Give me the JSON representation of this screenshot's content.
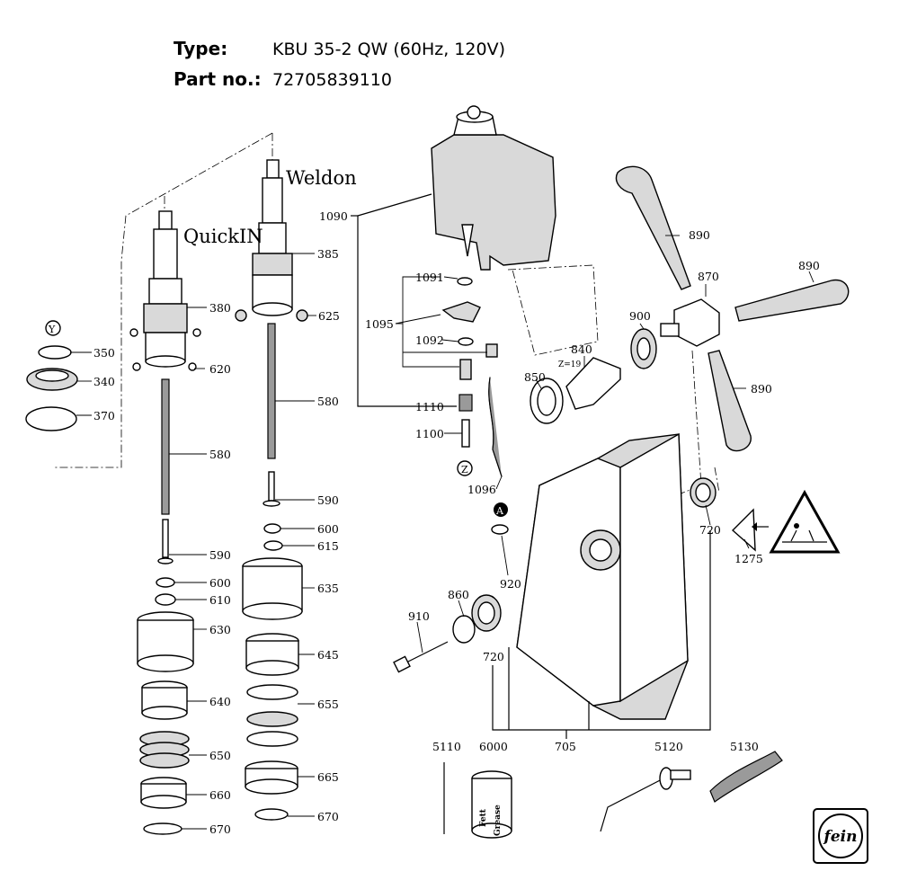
{
  "header": {
    "type_label": "Type:",
    "type_value": "KBU 35-2 QW (60Hz, 120V)",
    "part_label": "Part no.:",
    "part_value": "72705839110"
  },
  "spindle_labels": {
    "quickin": "QuickIN",
    "weldon": "Weldon"
  },
  "callouts": [
    {
      "id": "c350",
      "text": "350"
    },
    {
      "id": "c340",
      "text": "340"
    },
    {
      "id": "c370",
      "text": "370"
    },
    {
      "id": "c380",
      "text": "380"
    },
    {
      "id": "c620",
      "text": "620"
    },
    {
      "id": "c580a",
      "text": "580"
    },
    {
      "id": "c590a",
      "text": "590"
    },
    {
      "id": "c600a",
      "text": "600"
    },
    {
      "id": "c610",
      "text": "610"
    },
    {
      "id": "c630",
      "text": "630"
    },
    {
      "id": "c640",
      "text": "640"
    },
    {
      "id": "c650",
      "text": "650"
    },
    {
      "id": "c660",
      "text": "660"
    },
    {
      "id": "c670a",
      "text": "670"
    },
    {
      "id": "c385",
      "text": "385"
    },
    {
      "id": "c625",
      "text": "625"
    },
    {
      "id": "c580b",
      "text": "580"
    },
    {
      "id": "c590b",
      "text": "590"
    },
    {
      "id": "c600b",
      "text": "600"
    },
    {
      "id": "c615",
      "text": "615"
    },
    {
      "id": "c635",
      "text": "635"
    },
    {
      "id": "c645",
      "text": "645"
    },
    {
      "id": "c655",
      "text": "655"
    },
    {
      "id": "c665",
      "text": "665"
    },
    {
      "id": "c670b",
      "text": "670"
    },
    {
      "id": "c1090",
      "text": "1090"
    },
    {
      "id": "c1091",
      "text": "1091"
    },
    {
      "id": "c1095",
      "text": "1095"
    },
    {
      "id": "c1092",
      "text": "1092"
    },
    {
      "id": "c1110",
      "text": "1110"
    },
    {
      "id": "c1100",
      "text": "1100"
    },
    {
      "id": "c1096",
      "text": "1096"
    },
    {
      "id": "c890a",
      "text": "890"
    },
    {
      "id": "c870",
      "text": "870"
    },
    {
      "id": "c890b",
      "text": "890"
    },
    {
      "id": "c900",
      "text": "900"
    },
    {
      "id": "c840",
      "text": "840"
    },
    {
      "id": "cz19",
      "text": "Z=19"
    },
    {
      "id": "c850",
      "text": "850"
    },
    {
      "id": "c890c",
      "text": "890"
    },
    {
      "id": "c720a",
      "text": "720"
    },
    {
      "id": "c1275",
      "text": "1275"
    },
    {
      "id": "c920",
      "text": "920"
    },
    {
      "id": "c860",
      "text": "860"
    },
    {
      "id": "c910",
      "text": "910"
    },
    {
      "id": "c720b",
      "text": "720"
    },
    {
      "id": "c705",
      "text": "705"
    },
    {
      "id": "c5110",
      "text": "5110"
    },
    {
      "id": "c6000",
      "text": "6000"
    },
    {
      "id": "c5120",
      "text": "5120"
    },
    {
      "id": "c5130",
      "text": "5130"
    }
  ],
  "markers": [
    {
      "id": "mY",
      "text": "Y"
    },
    {
      "id": "mZ",
      "text": "Z"
    },
    {
      "id": "mA",
      "text": "A"
    }
  ],
  "grease_label": {
    "line1": "Fett",
    "line2": "Grease"
  },
  "logo": {
    "icon": "fein-logo",
    "text": "fein"
  }
}
